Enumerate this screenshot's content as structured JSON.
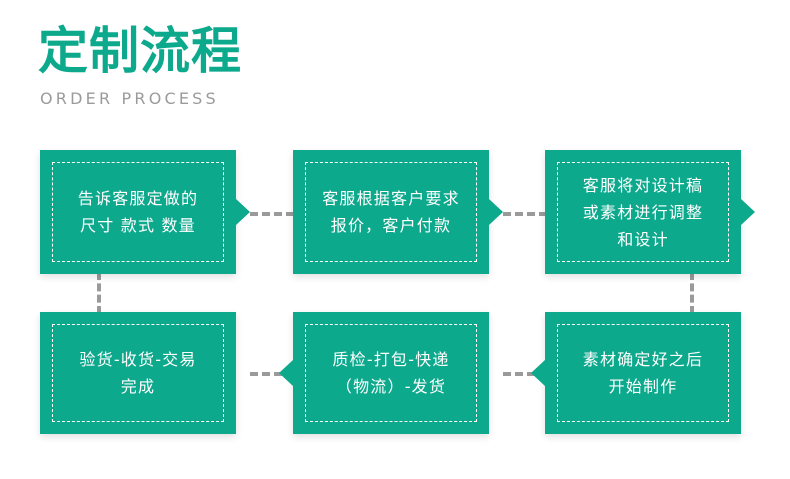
{
  "header": {
    "title": "定制流程",
    "subtitle": "ORDER PROCESS",
    "title_color": "#0DA98C",
    "subtitle_color": "#9b9b9b"
  },
  "theme": {
    "box_fill": "#0DA98C",
    "box_text": "#ffffff",
    "connector": "#9a9a9a",
    "background": "#ffffff"
  },
  "flow": {
    "steps": [
      {
        "id": 1,
        "text": "告诉客服定做的\n尺寸 款式 数量",
        "arrow": "right"
      },
      {
        "id": 2,
        "text": "客服根据客户要求\n报价，客户付款",
        "arrow": "right"
      },
      {
        "id": 3,
        "text": "客服将对设计稿\n或素材进行调整\n和设计",
        "arrow": "right"
      },
      {
        "id": 4,
        "text": "素材确定好之后\n开始制作",
        "arrow": "left"
      },
      {
        "id": 5,
        "text": "质检-打包-快递\n（物流）-发货",
        "arrow": "left"
      },
      {
        "id": 6,
        "text": "验货-收货-交易\n完成",
        "arrow": "none"
      }
    ]
  }
}
